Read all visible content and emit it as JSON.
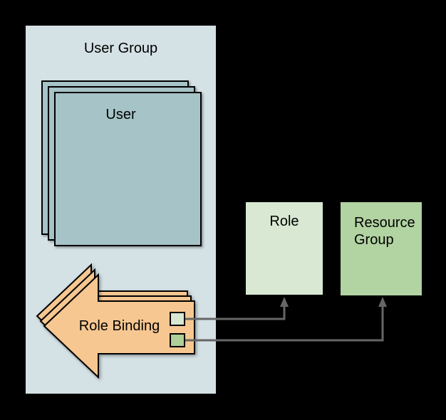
{
  "diagram": {
    "user_group": {
      "label": "User Group",
      "user_stack": {
        "label": "User",
        "count": 3
      }
    },
    "role_binding": {
      "label": "Role Binding",
      "count": 3
    },
    "role": {
      "label": "Role"
    },
    "resource_group": {
      "label": "Resource Group"
    },
    "connectors": [
      {
        "from": "role-binding",
        "to": "role"
      },
      {
        "from": "role-binding",
        "to": "resource-group"
      }
    ]
  },
  "colors": {
    "background": "#000000",
    "user_group_fill": "#d4e1e5",
    "user_fill": "#a6c3c7",
    "role_binding_fill": "#f6c791",
    "role_fill": "#d8e8d2",
    "resource_group_fill": "#b2d3a2",
    "role_swatch_fill": "#d8e8d2",
    "resource_swatch_fill": "#aecf97",
    "connector_color": "#666666",
    "shape_border": "#000000",
    "text_color": "#000000"
  }
}
